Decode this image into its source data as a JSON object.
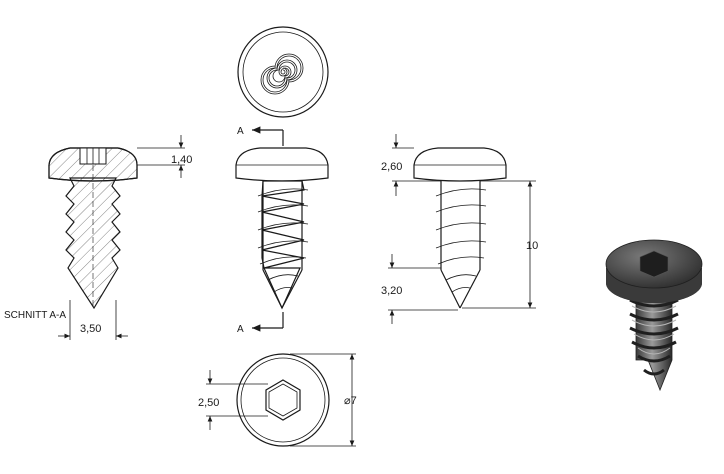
{
  "section_label": "SCHNITT A-A",
  "section_marker": "A",
  "dimensions": {
    "head_height_section": "1,40",
    "thread_diameter": "3,50",
    "head_height": "2,60",
    "length": "10",
    "tip_length": "3,20",
    "hex_size": "2,50",
    "head_diameter": "⌀7"
  }
}
